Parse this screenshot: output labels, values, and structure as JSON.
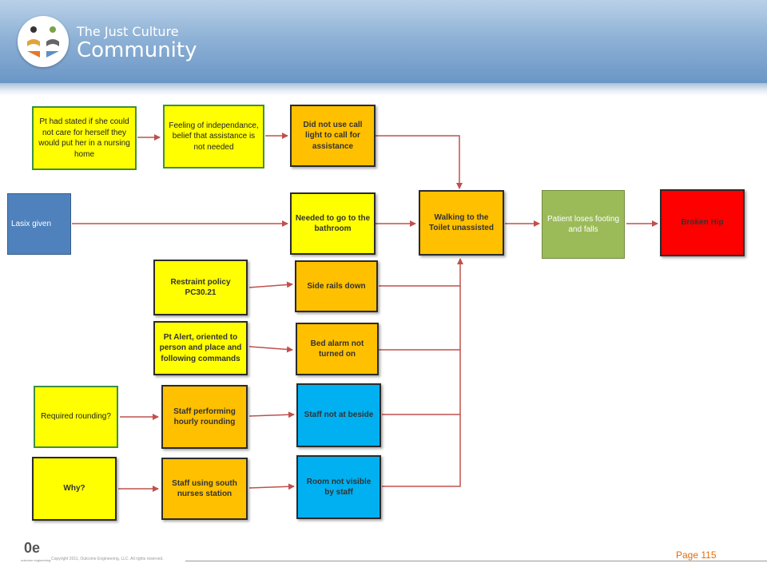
{
  "header": {
    "title_small": "The Just Culture",
    "title_large": "Community"
  },
  "nodes": {
    "pt_stated": "Pt had stated if she could not care for herself they would put her in a nursing home",
    "feeling": "Feeling of independance, belief that assistance is not needed",
    "call_light": "Did not use call light to call for assistance",
    "lasix": "Lasix given",
    "bathroom": "Needed to go to the bathroom",
    "walking": "Walking to the Toilet unassisted",
    "loses_footing": "Patient loses footing and falls",
    "broken_hip": "Broken Hip",
    "restraint": "Restraint policy PC30.21",
    "side_rails": "Side rails down",
    "pt_alert": "Pt Alert, oriented to person and place and following commands",
    "bed_alarm": "Bed alarm not turned on",
    "required_rounding": "Required rounding?",
    "hourly_rounding": "Staff performing hourly rounding",
    "not_beside": "Staff not at beside",
    "why": "Why?",
    "south_station": "Staff using south nurses station",
    "room_not_visible": "Room not visible by staff"
  },
  "colors": {
    "yellow": "#ffff00",
    "orange": "#ffc000",
    "cyan": "#00b0f0",
    "red": "#ff0000",
    "blue": "#4f81bd",
    "green": "#9bbb59",
    "arrow": "#c0504d"
  },
  "footer": {
    "logo": "0e",
    "logo_sub": "outcome engineering",
    "copyright": "Copyright 2011, Outcome Engineering, LLC. All rights reserved.",
    "page": "Page 115"
  }
}
